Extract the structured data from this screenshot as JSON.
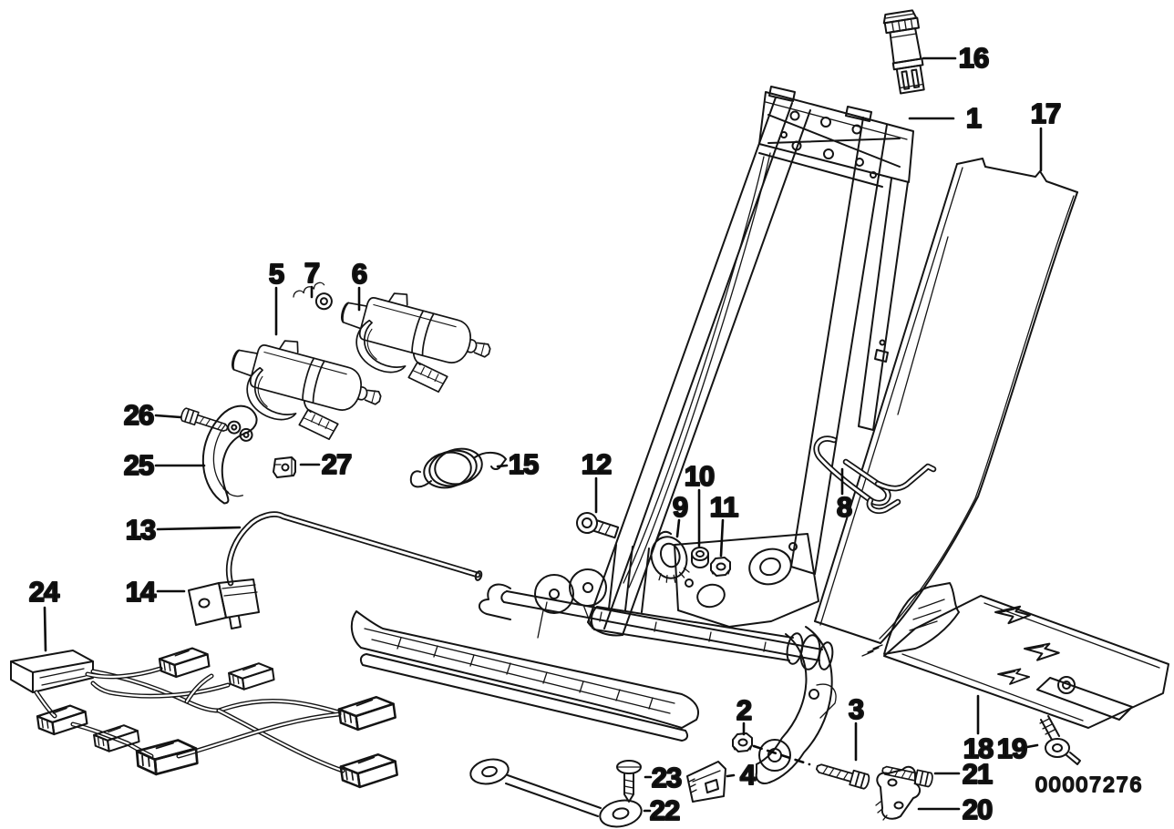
{
  "diagram": {
    "kind": "exploded-parts-line-drawing",
    "background_color": "#ffffff",
    "line_color": "#141414",
    "label_color": "#0b0b0b",
    "id_text_color": "#4d4d4d"
  },
  "diagram_number": "00007276",
  "callouts": [
    {
      "number": "1"
    },
    {
      "number": "2"
    },
    {
      "number": "3"
    },
    {
      "number": "4"
    },
    {
      "number": "5"
    },
    {
      "number": "6"
    },
    {
      "number": "7"
    },
    {
      "number": "8"
    },
    {
      "number": "9"
    },
    {
      "number": "10"
    },
    {
      "number": "11"
    },
    {
      "number": "12"
    },
    {
      "number": "13"
    },
    {
      "number": "14"
    },
    {
      "number": "15"
    },
    {
      "number": "16"
    },
    {
      "number": "17"
    },
    {
      "number": "18"
    },
    {
      "number": "19"
    },
    {
      "number": "20"
    },
    {
      "number": "21"
    },
    {
      "number": "22"
    },
    {
      "number": "23"
    },
    {
      "number": "24"
    },
    {
      "number": "25"
    },
    {
      "number": "26"
    },
    {
      "number": "27"
    }
  ]
}
